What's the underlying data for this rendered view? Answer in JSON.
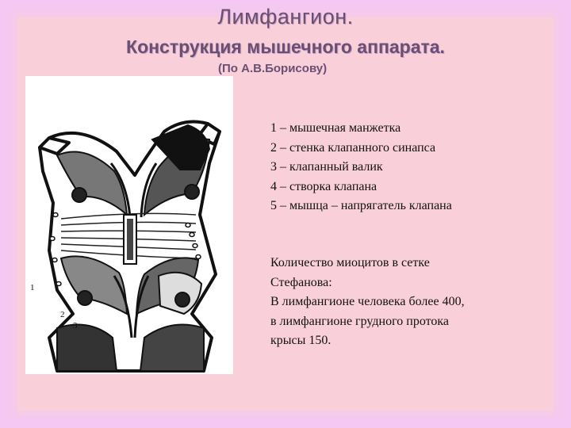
{
  "header": {
    "title": "Лимфангион.",
    "subtitle": "Конструкция мышечного аппарата.",
    "credit": "(По А.В.Борисову)"
  },
  "legend": [
    "1 – мышечная манжетка",
    "2 – стенка клапанного синапса",
    "3 – клапанный валик",
    "4 – створка клапана",
    "5 – мышца – напрягатель клапана"
  ],
  "note": {
    "lines": [
      "Количество миоцитов в сетке",
      "Стефанова:",
      "В лимфангионе человека более 400,",
      "в лимфангионе грудного протока",
      "крысы 150."
    ]
  },
  "figure": {
    "labels": [
      "1",
      "2",
      "3"
    ]
  }
}
